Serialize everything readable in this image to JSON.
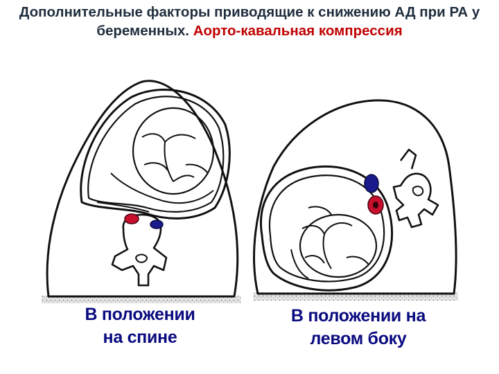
{
  "title": {
    "part1": "Дополнительные факторы приводящие к снижению АД при РА у беременных. ",
    "part2": "Аорто-кавальная компрессия"
  },
  "captions": {
    "supine_line1": "В положении",
    "supine_line2": "на спине",
    "lateral_line1": "В положении на",
    "lateral_line2": "левом боку"
  },
  "colors": {
    "title": "#1f2d3d",
    "accent": "#c00000",
    "caption": "#0a0a80",
    "aorta": "#c8102e",
    "vena_cava": "#1a1a8c",
    "outline": "#111111"
  }
}
